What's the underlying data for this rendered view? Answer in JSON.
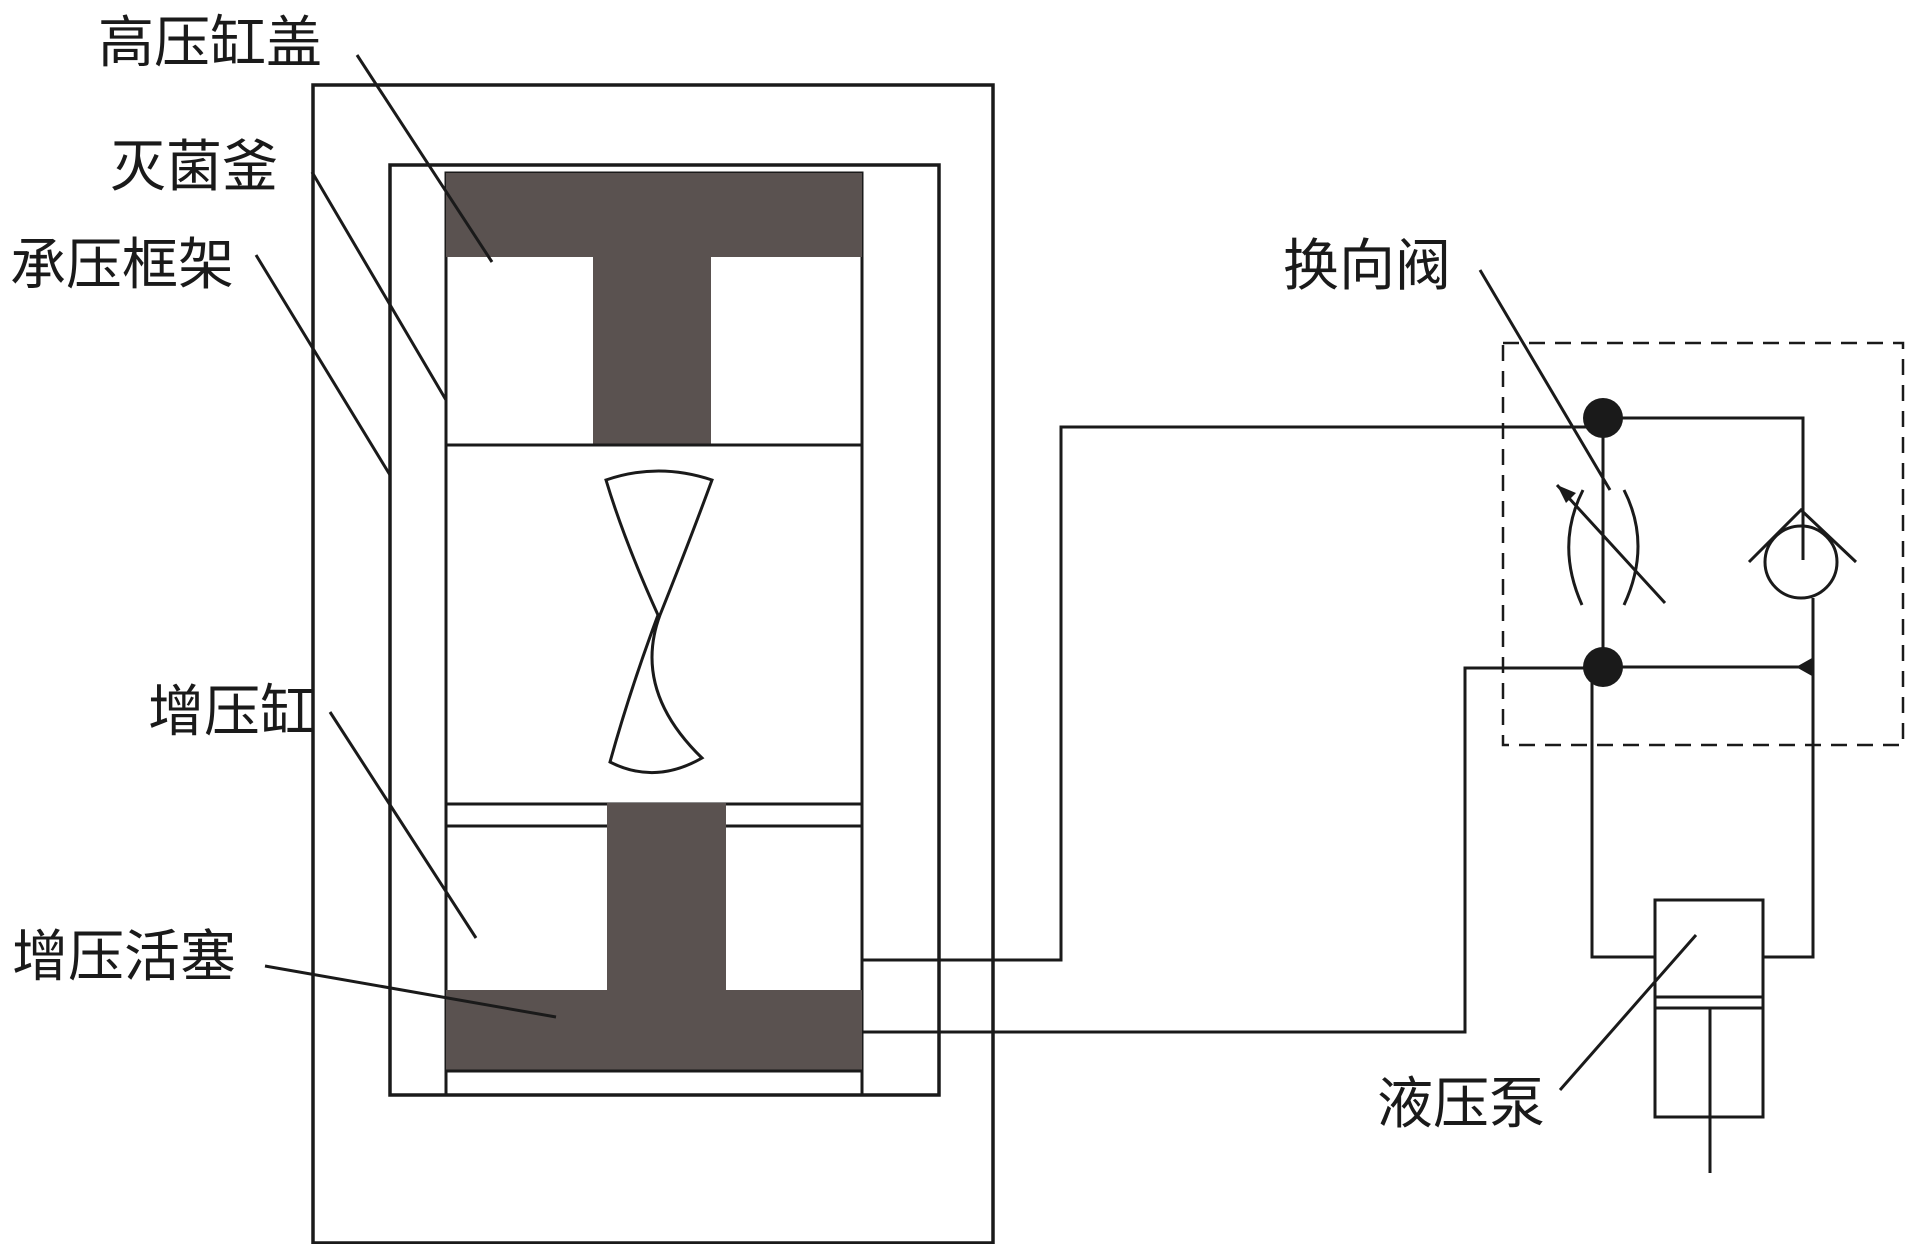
{
  "labels": {
    "cylinder_cover": "高压缸盖",
    "sterilizer": "灭菌釜",
    "frame": "承压框架",
    "booster_cylinder": "增压缸",
    "booster_piston": "增压活塞",
    "reversing_valve": "换向阀",
    "hydraulic_pump": "液压泵"
  },
  "colors": {
    "line": "#1a1a1a",
    "piston_fill": "#5a5250",
    "background": "#ffffff"
  }
}
